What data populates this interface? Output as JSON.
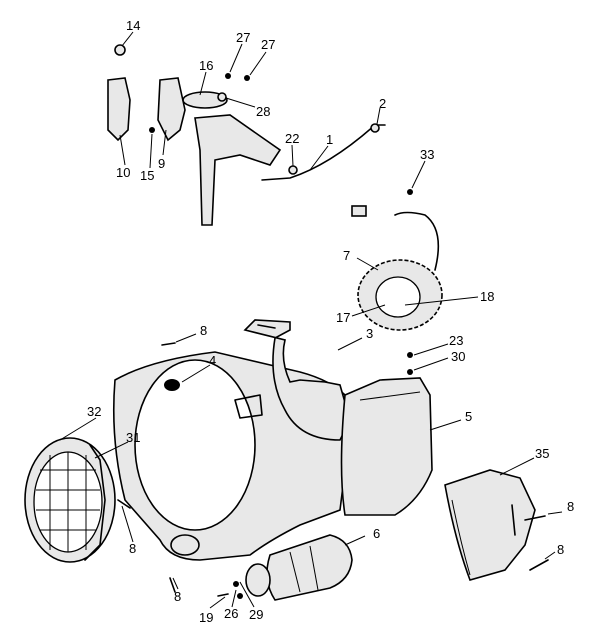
{
  "diagram": {
    "title": "Engine blower housing and electrical parts",
    "callouts": [
      "14",
      "27",
      "27",
      "16",
      "2",
      "28",
      "9",
      "10",
      "15",
      "22",
      "1",
      "33",
      "7",
      "18",
      "17",
      "8",
      "3",
      "23",
      "30",
      "4",
      "5",
      "32",
      "31",
      "35",
      "8",
      "6",
      "8",
      "8",
      "8",
      "19",
      "26",
      "29"
    ]
  }
}
